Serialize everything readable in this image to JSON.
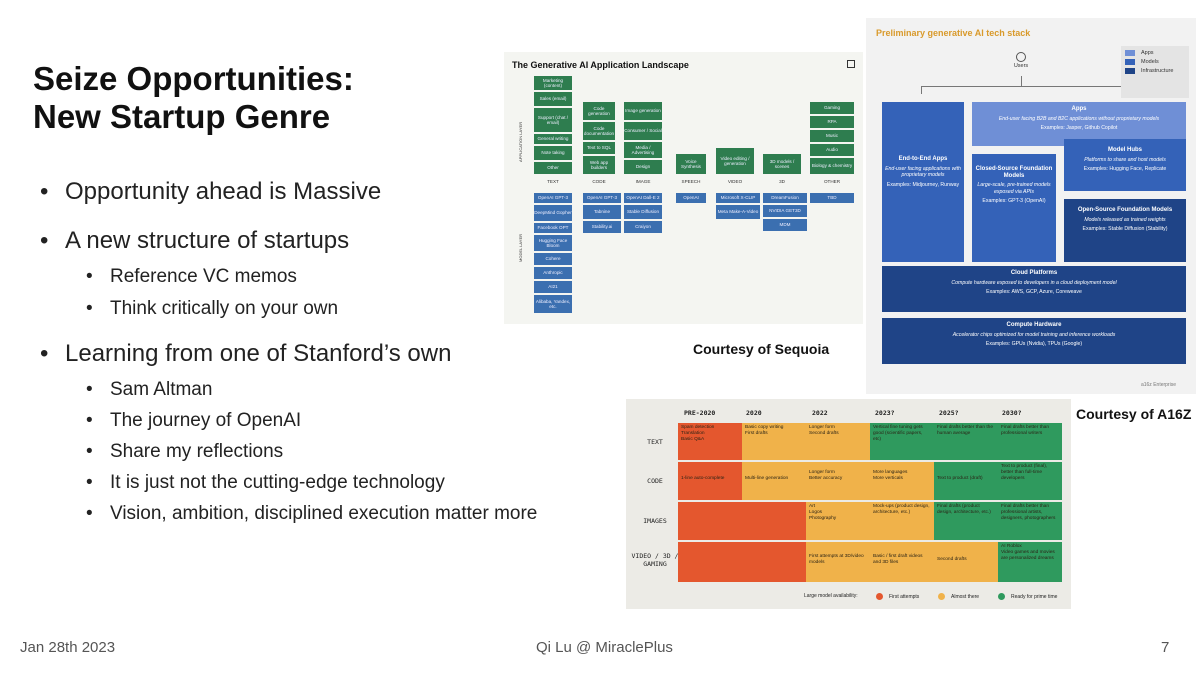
{
  "slide": {
    "title_line1": "Seize Opportunities:",
    "title_line2": "New Startup Genre",
    "bullets": [
      "Opportunity ahead is Massive",
      "A new structure of startups",
      "Reference VC memos",
      "Think critically on your own",
      "Learning from one of Stanford’s own",
      "Sam Altman",
      "The journey of OpenAI",
      "Share my reflections",
      "It is just not the cutting-edge technology",
      "Vision, ambition, disciplined execution matter more"
    ],
    "courtesy_sequoia": "Courtesy of Sequoia",
    "courtesy_a16z": "Courtesy of A16Z",
    "footer_date": "Jan 28th 2023",
    "footer_author": "Qi Lu @ MiraclePlus",
    "footer_page": "7"
  },
  "sequoia": {
    "title": "The Generative AI Application Landscape",
    "side_app": "APPLICATION LAYER",
    "side_model": "MODEL LAYER",
    "categories": [
      "TEXT",
      "CODE",
      "IMAGE",
      "SPEECH",
      "VIDEO",
      "3D",
      "OTHER"
    ],
    "text_apps": [
      "Marketing (content)",
      "Sales (email)",
      "Support (chat / email)",
      "General writing",
      "Note taking",
      "Other"
    ],
    "code_apps": [
      "Code generation",
      "Code documentation",
      "Text to SQL",
      "Web app builders"
    ],
    "image_apps": [
      "Image generation",
      "Consumer / Social",
      "Media / Advertising",
      "Design"
    ],
    "speech_apps": [
      "Voice Synthesis"
    ],
    "video_apps": [
      "Video editing / generation"
    ],
    "threed_apps": [
      "3D models / scenes"
    ],
    "other_apps": [
      "Gaming",
      "RPA",
      "Music",
      "Audio",
      "Biology & chemistry"
    ],
    "text_models": [
      "OpenAI GPT-3",
      "DeepMind Gopher",
      "Facebook OPT",
      "Hugging Face Bloom",
      "Cohere",
      "Anthropic",
      "AI21",
      "Alibaba, Yandex, etc."
    ],
    "code_models": [
      "OpenAI GPT-3",
      "Tabnine",
      "Stability.ai"
    ],
    "image_models": [
      "OpenAI Dall-E 2",
      "Stable Diffusion",
      "Craiyon"
    ],
    "speech_models": [
      "OpenAI"
    ],
    "video_models": [
      "Microsoft X-CLIP",
      "Meta Make-A-Video"
    ],
    "threed_models": [
      "DreamFusion",
      "NVIDIA GET3D",
      "MDM"
    ],
    "other_models": [
      "TBD"
    ]
  },
  "techstack": {
    "title": "Preliminary generative AI tech stack",
    "users": "Users",
    "legend": [
      "Apps",
      "Models",
      "Infrastructure"
    ],
    "colors": {
      "apps": "#6f8fd6",
      "models": "#3462b8",
      "infrastructure": "#1f4487"
    },
    "apps_h": "Apps",
    "apps_d": "End-user facing B2B and B2C applications without proprietary models",
    "apps_e": "Examples: Jasper, Github Copilot",
    "e2e_h": "End-to-End Apps",
    "e2e_d": "End-user facing applications with proprietary models",
    "e2e_e": "Examples: Midjourney, Runway",
    "closed_h": "Closed-Source Foundation Models",
    "closed_d": "Large-scale, pre-trained models exposed via APIs",
    "closed_e": "Examples: GPT-3 (OpenAI)",
    "hubs_h": "Model Hubs",
    "hubs_d": "Platforms to share and host models",
    "hubs_e": "Examples: Hugging Face, Replicate",
    "open_h": "Open-Source Foundation Models",
    "open_d": "Models released as trained weights",
    "open_e": "Examples: Stable Diffusion (Stability)",
    "cloud_h": "Cloud Platforms",
    "cloud_d": "Compute hardware exposed to developers in a cloud deployment model",
    "cloud_e": "Examples: AWS, GCP, Azure, Coreweave",
    "hw_h": "Compute Hardware",
    "hw_d": "Accelerator chips optimized for model training and inference workloads",
    "hw_e": "Examples: GPUs (Nvidia), TPUs (Google)",
    "brand": "a16z Enterprise"
  },
  "a16z": {
    "columns": [
      "PRE-2020",
      "2020",
      "2022",
      "2023?",
      "2025?",
      "2030?"
    ],
    "rows": [
      "TEXT",
      "CODE",
      "IMAGES",
      "VIDEO / 3D / GAMING"
    ],
    "cells": {
      "text": [
        "Spam detection\nTranslation\nBasic Q&A",
        "Basic copy writing\nFirst drafts",
        "Longer form\nSecond drafts",
        "Vertical fine tuning gets good (scientific papers, etc)",
        "Final drafts better than the human average",
        "Final drafts better than professional writers"
      ],
      "code": [
        "1-line auto-complete",
        "Multi-line generation",
        "Longer form\nBetter accuracy",
        "More languages\nMore verticals",
        "Text to product (draft)",
        "Text to product (final), better than full-time developers"
      ],
      "images": [
        "",
        "",
        "Art\nLogos\nPhotography",
        "Mock-ups (product design, architecture, etc.)",
        "Final drafts (product design, architecture, etc.)",
        "Final drafts better than professional artists, designers, photographers"
      ],
      "video": [
        "",
        "",
        "First attempts at 3D/video models",
        "Basic / first draft videos and 3D files",
        "Second drafts",
        "AI Roblox\nVideo games and movies are personalized dreams"
      ]
    },
    "legend_label": "Large model availability:",
    "legend": [
      "First attempts",
      "Almost there",
      "Ready for prime time"
    ],
    "colors": {
      "first": "#e4572e",
      "almost": "#f0b24a",
      "ready": "#2f9a5e"
    }
  }
}
